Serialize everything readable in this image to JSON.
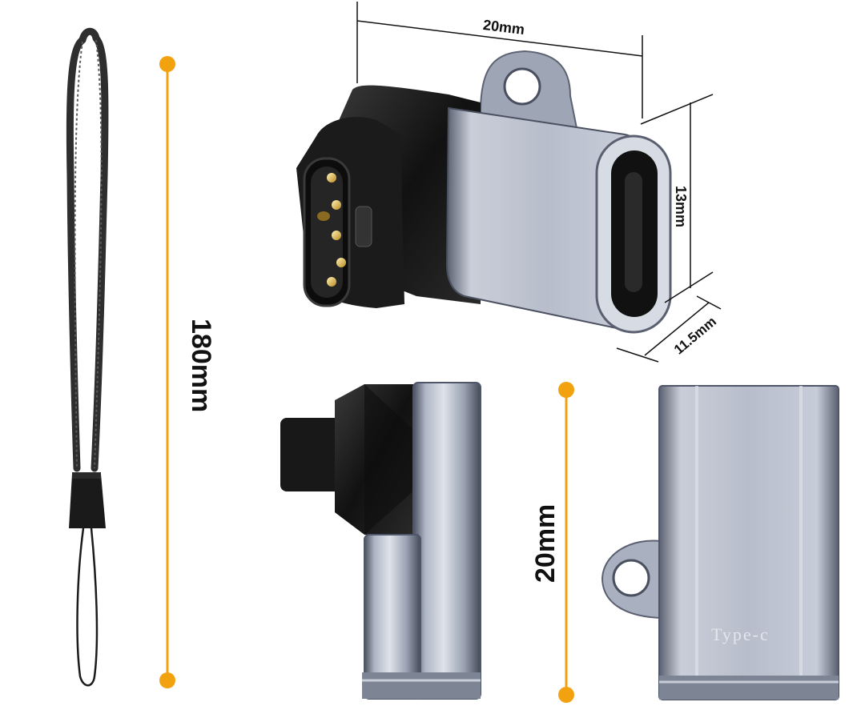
{
  "dimensions": {
    "strap_length": "180mm",
    "adapter_width": "20mm",
    "adapter_height": "13mm",
    "adapter_depth": "11.5mm",
    "side_height": "20mm"
  },
  "engraving": "Type-c",
  "colors": {
    "accent": "#f2a20f",
    "black": "#141414",
    "metal_light": "#d9dde6",
    "metal_mid": "#8b93a6",
    "metal_dark": "#3d4250"
  }
}
